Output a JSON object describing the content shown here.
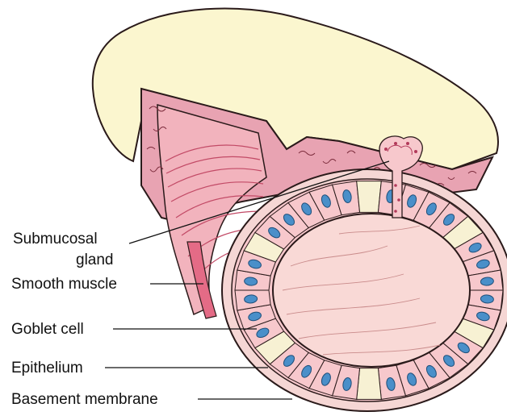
{
  "diagram": {
    "labels": {
      "submucosal_gland_line1": "Submucosal",
      "submucosal_gland_line2": "gland",
      "smooth_muscle": "Smooth muscle",
      "goblet_cell": "Goblet cell",
      "epithelium": "Epithelium",
      "basement_membrane": "Basement membrane"
    },
    "colors": {
      "outer_adventitia": "#fbf6cf",
      "outline": "#2a1a1a",
      "submucosa": "#e8a3b2",
      "muscle_pink": "#f2b3bd",
      "muscle_deep": "#e46b86",
      "cell_fill": "#f7c8cc",
      "nucleus": "#4a8fc9",
      "goblet": "#f7f1d3",
      "lumen": "#f9d9d6",
      "basement": "#f5d6d4"
    }
  }
}
